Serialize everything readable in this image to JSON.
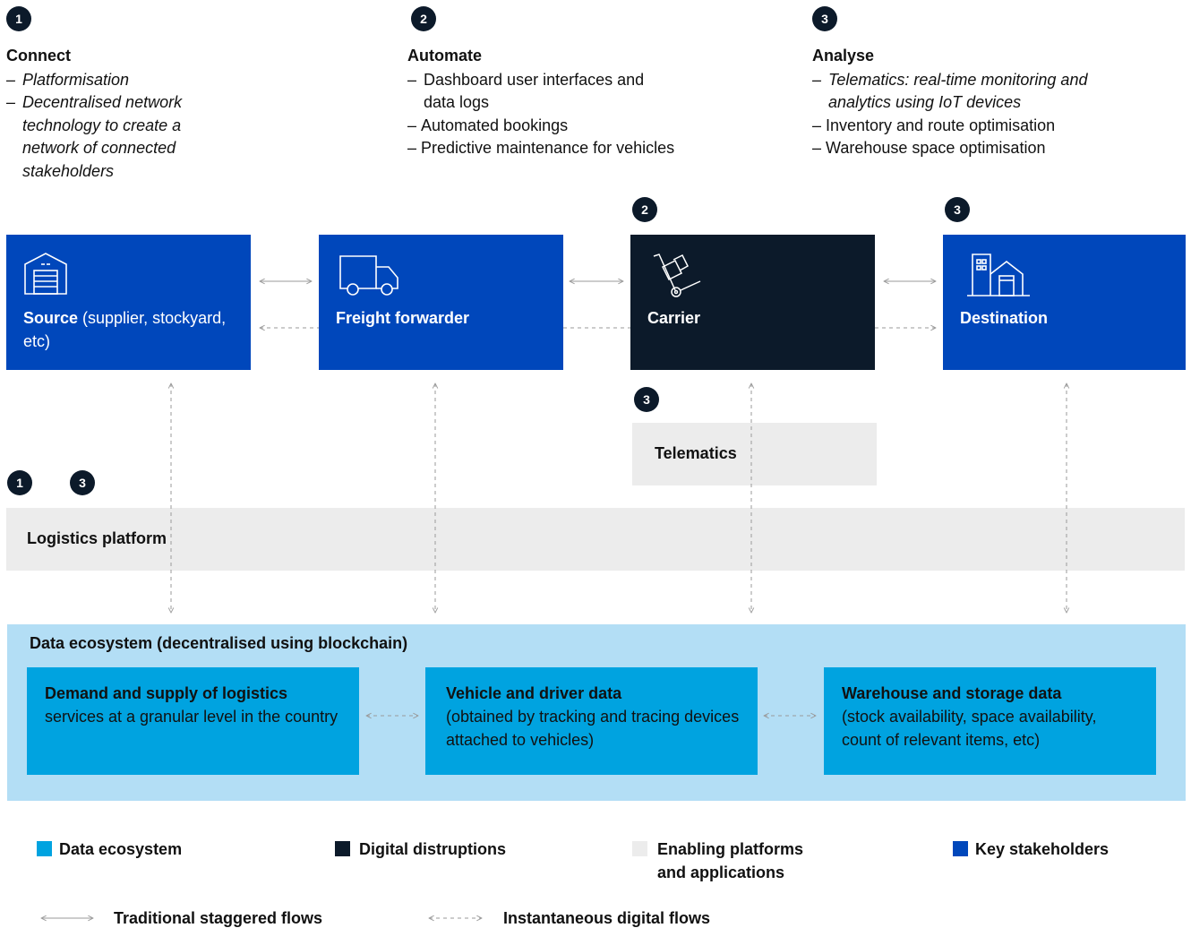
{
  "phases": [
    {
      "number": "1",
      "title": "Connect",
      "items": [
        {
          "text": "Platformisation",
          "italic": true
        },
        {
          "text": "Decentralised network technology to create a network of connected stakeholders",
          "italic": true
        }
      ]
    },
    {
      "number": "2",
      "title": "Automate",
      "items": [
        {
          "text": "Dashboard user interfaces and data logs",
          "italic": false
        },
        {
          "text": "Automated bookings",
          "italic": false
        },
        {
          "text": "Predictive maintenance for vehicles",
          "italic": false
        }
      ]
    },
    {
      "number": "3",
      "title": "Analyse",
      "items": [
        {
          "text": "Telematics: real-time monitoring and analytics using IoT devices",
          "italic": true
        },
        {
          "text": "Inventory and route optimisation",
          "italic": false
        },
        {
          "text": "Warehouse space optimisation",
          "italic": false
        }
      ]
    }
  ],
  "dash": "–",
  "stakeholders": {
    "source": {
      "bold": "Source",
      "rest": " (supplier, stockyard, etc)",
      "icon": "warehouse-icon"
    },
    "freight": {
      "bold": "Freight forwarder",
      "rest": "",
      "icon": "truck-icon"
    },
    "carrier": {
      "bold": "Carrier",
      "rest": "",
      "icon": "hand-truck-icon",
      "badge": "2"
    },
    "destination": {
      "bold": "Destination",
      "rest": "",
      "icon": "building-icon",
      "badge": "3"
    }
  },
  "telematics": {
    "label": "Telematics",
    "badge": "3"
  },
  "platform": {
    "label": "Logistics platform",
    "badges": [
      "1",
      "3"
    ]
  },
  "ecosystem": {
    "title": "Data ecosystem (decentralised using blockchain)",
    "items": [
      {
        "bold": "Demand and supply of logistics",
        "rest": " services at a granular level in the country"
      },
      {
        "bold": "Vehicle and driver data",
        "rest": "(obtained by tracking and tracing devices attached to vehicles)"
      },
      {
        "bold": "Warehouse and storage data",
        "rest": "(stock availability, space availability, count of relevant items, etc)"
      }
    ]
  },
  "legend": {
    "data_ecosystem": "Data ecosystem",
    "digital_disruptions": "Digital distruptions",
    "enabling_line1": "Enabling platforms",
    "enabling_line2": "and applications",
    "key_stakeholders": "Key stakeholders",
    "traditional": "Traditional staggered flows",
    "instantaneous": "Instantaneous digital flows"
  },
  "colors": {
    "key_stakeholder": "#0047bb",
    "digital_disruption": "#0c1a2a",
    "enabling_platform": "#ececec",
    "data_ecosystem": "#00a3e0",
    "ecosystem_background": "#b3def5"
  }
}
